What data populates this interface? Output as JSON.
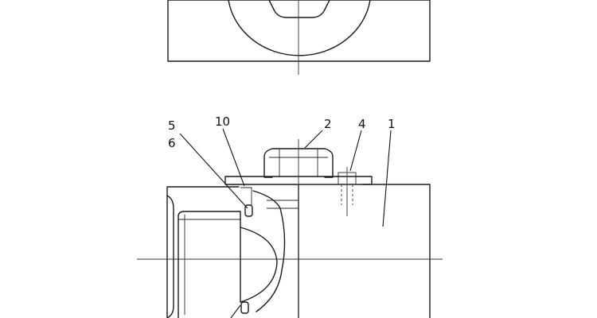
{
  "callouts": {
    "c1": "1",
    "c2": "2",
    "c4": "4",
    "c5": "5",
    "c6": "6",
    "c10": "10"
  },
  "colors": {
    "line": "#1a1a1a",
    "background": "#ffffff"
  }
}
